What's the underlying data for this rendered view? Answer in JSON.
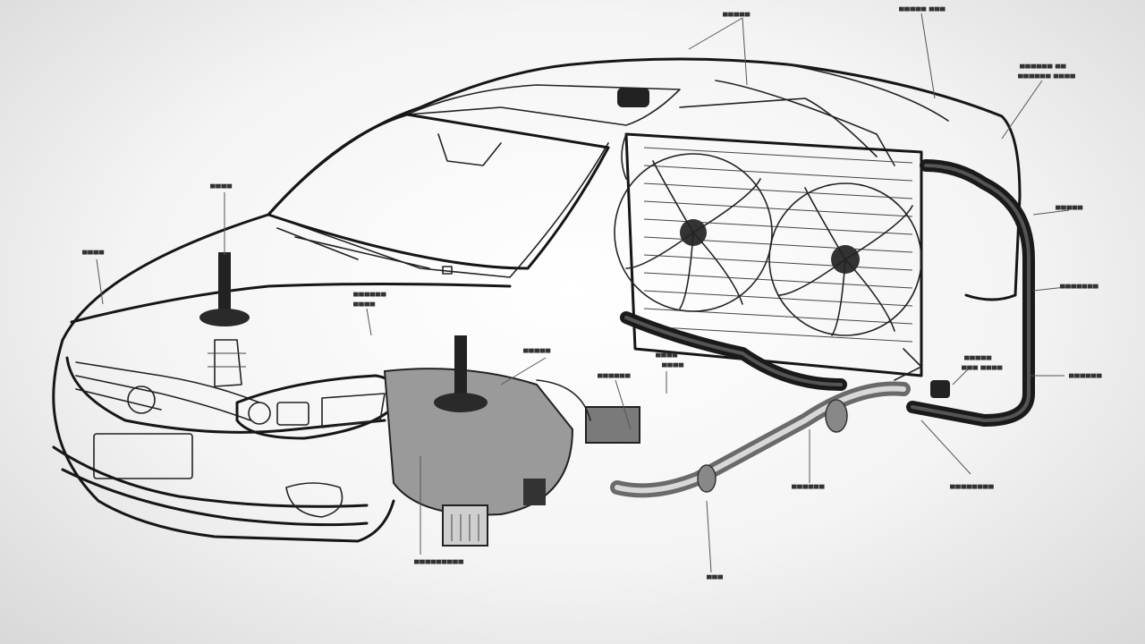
{
  "labels": [
    {
      "id": "label-top-center",
      "text": "▀▀▀▀▀"
    },
    {
      "id": "label-top-right",
      "text": "▀▀▀▀▀ ▀▀▀"
    },
    {
      "id": "label-right-top-1",
      "text": "▀▀▀▀▀▀ ▀▀"
    },
    {
      "id": "label-right-top-2",
      "text": "▀▀▀▀▀▀ ▀▀▀▀"
    },
    {
      "id": "label-hood-stand",
      "text": "▀▀▀▀"
    },
    {
      "id": "label-left-front",
      "text": "▀▀▀▀"
    },
    {
      "id": "label-center-1",
      "text": "▀▀▀▀▀▀"
    },
    {
      "id": "label-center-2",
      "text": "▀▀▀▀"
    },
    {
      "id": "label-right-mid",
      "text": "▀▀▀▀▀"
    },
    {
      "id": "label-right-side-1",
      "text": "▀▀▀▀▀"
    },
    {
      "id": "label-right-side-2",
      "text": "▀▀▀▀▀▀▀"
    },
    {
      "id": "label-engine-1",
      "text": "▀▀▀▀▀▀"
    },
    {
      "id": "label-pipe-1",
      "text": "▀▀▀▀"
    },
    {
      "id": "label-fan-1",
      "text": "▀▀▀▀"
    },
    {
      "id": "label-fan-2",
      "text": "▀▀▀▀▀"
    },
    {
      "id": "label-hose-1",
      "text": "▀▀▀ ▀▀▀▀"
    },
    {
      "id": "label-right-low",
      "text": "▀▀▀▀▀▀"
    },
    {
      "id": "label-bottom-mid",
      "text": "▀▀▀▀▀▀"
    },
    {
      "id": "label-bottom-right",
      "text": "▀▀▀▀▀▀▀▀"
    },
    {
      "id": "label-bottom-left",
      "text": "▀▀▀▀▀▀▀▀▀"
    },
    {
      "id": "label-bottom-center",
      "text": "▀▀▀"
    }
  ],
  "colors": {
    "line": "#161616",
    "hose": "#1a1a1a",
    "pipe": "#6a6a6a",
    "shade": "#9a9a9a"
  }
}
